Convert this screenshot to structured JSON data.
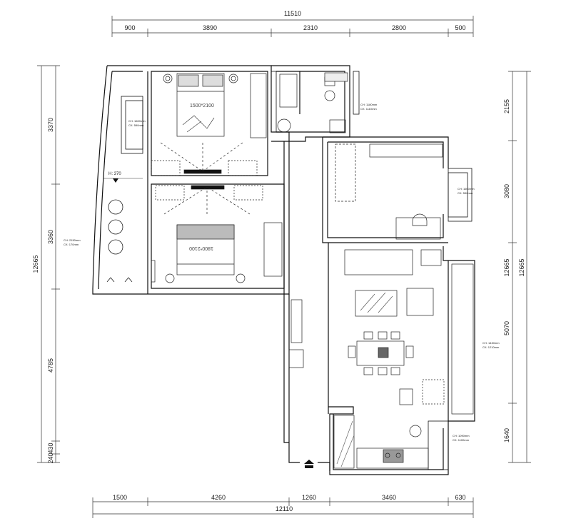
{
  "dimensions": {
    "top_total": "11510",
    "top": [
      "900",
      "3890",
      "2310",
      "2800",
      "500"
    ],
    "bottom_total": "12110",
    "bottom": [
      "1500",
      "4260",
      "1260",
      "3460",
      "630"
    ],
    "left_total": "12665",
    "left": [
      "3370",
      "3360",
      "4785",
      "430",
      "240"
    ],
    "right_total": "12665",
    "right": [
      "2155",
      "3080",
      "5070",
      "1640"
    ],
    "right_inner": "12665"
  },
  "labels": {
    "bed_master": "1500*2100",
    "bed_second": "1800*2100",
    "h_mark": "H: 370"
  },
  "windows": {
    "w_left_top": [
      "CH: 1600mm",
      "CK: 590mm"
    ],
    "w_left_mid": [
      "CH: 2150mm",
      "CK: 170mm"
    ],
    "w_bath": [
      "CH: 1180mm",
      "CK: 1110mm"
    ],
    "w_study": [
      "CH: 1600mm",
      "CK: 590mm"
    ],
    "w_living": [
      "CH: 1430mm",
      "CK: 1210mm"
    ],
    "w_kitchen": [
      "CH: 1090mm",
      "CK: 1100mm"
    ]
  }
}
